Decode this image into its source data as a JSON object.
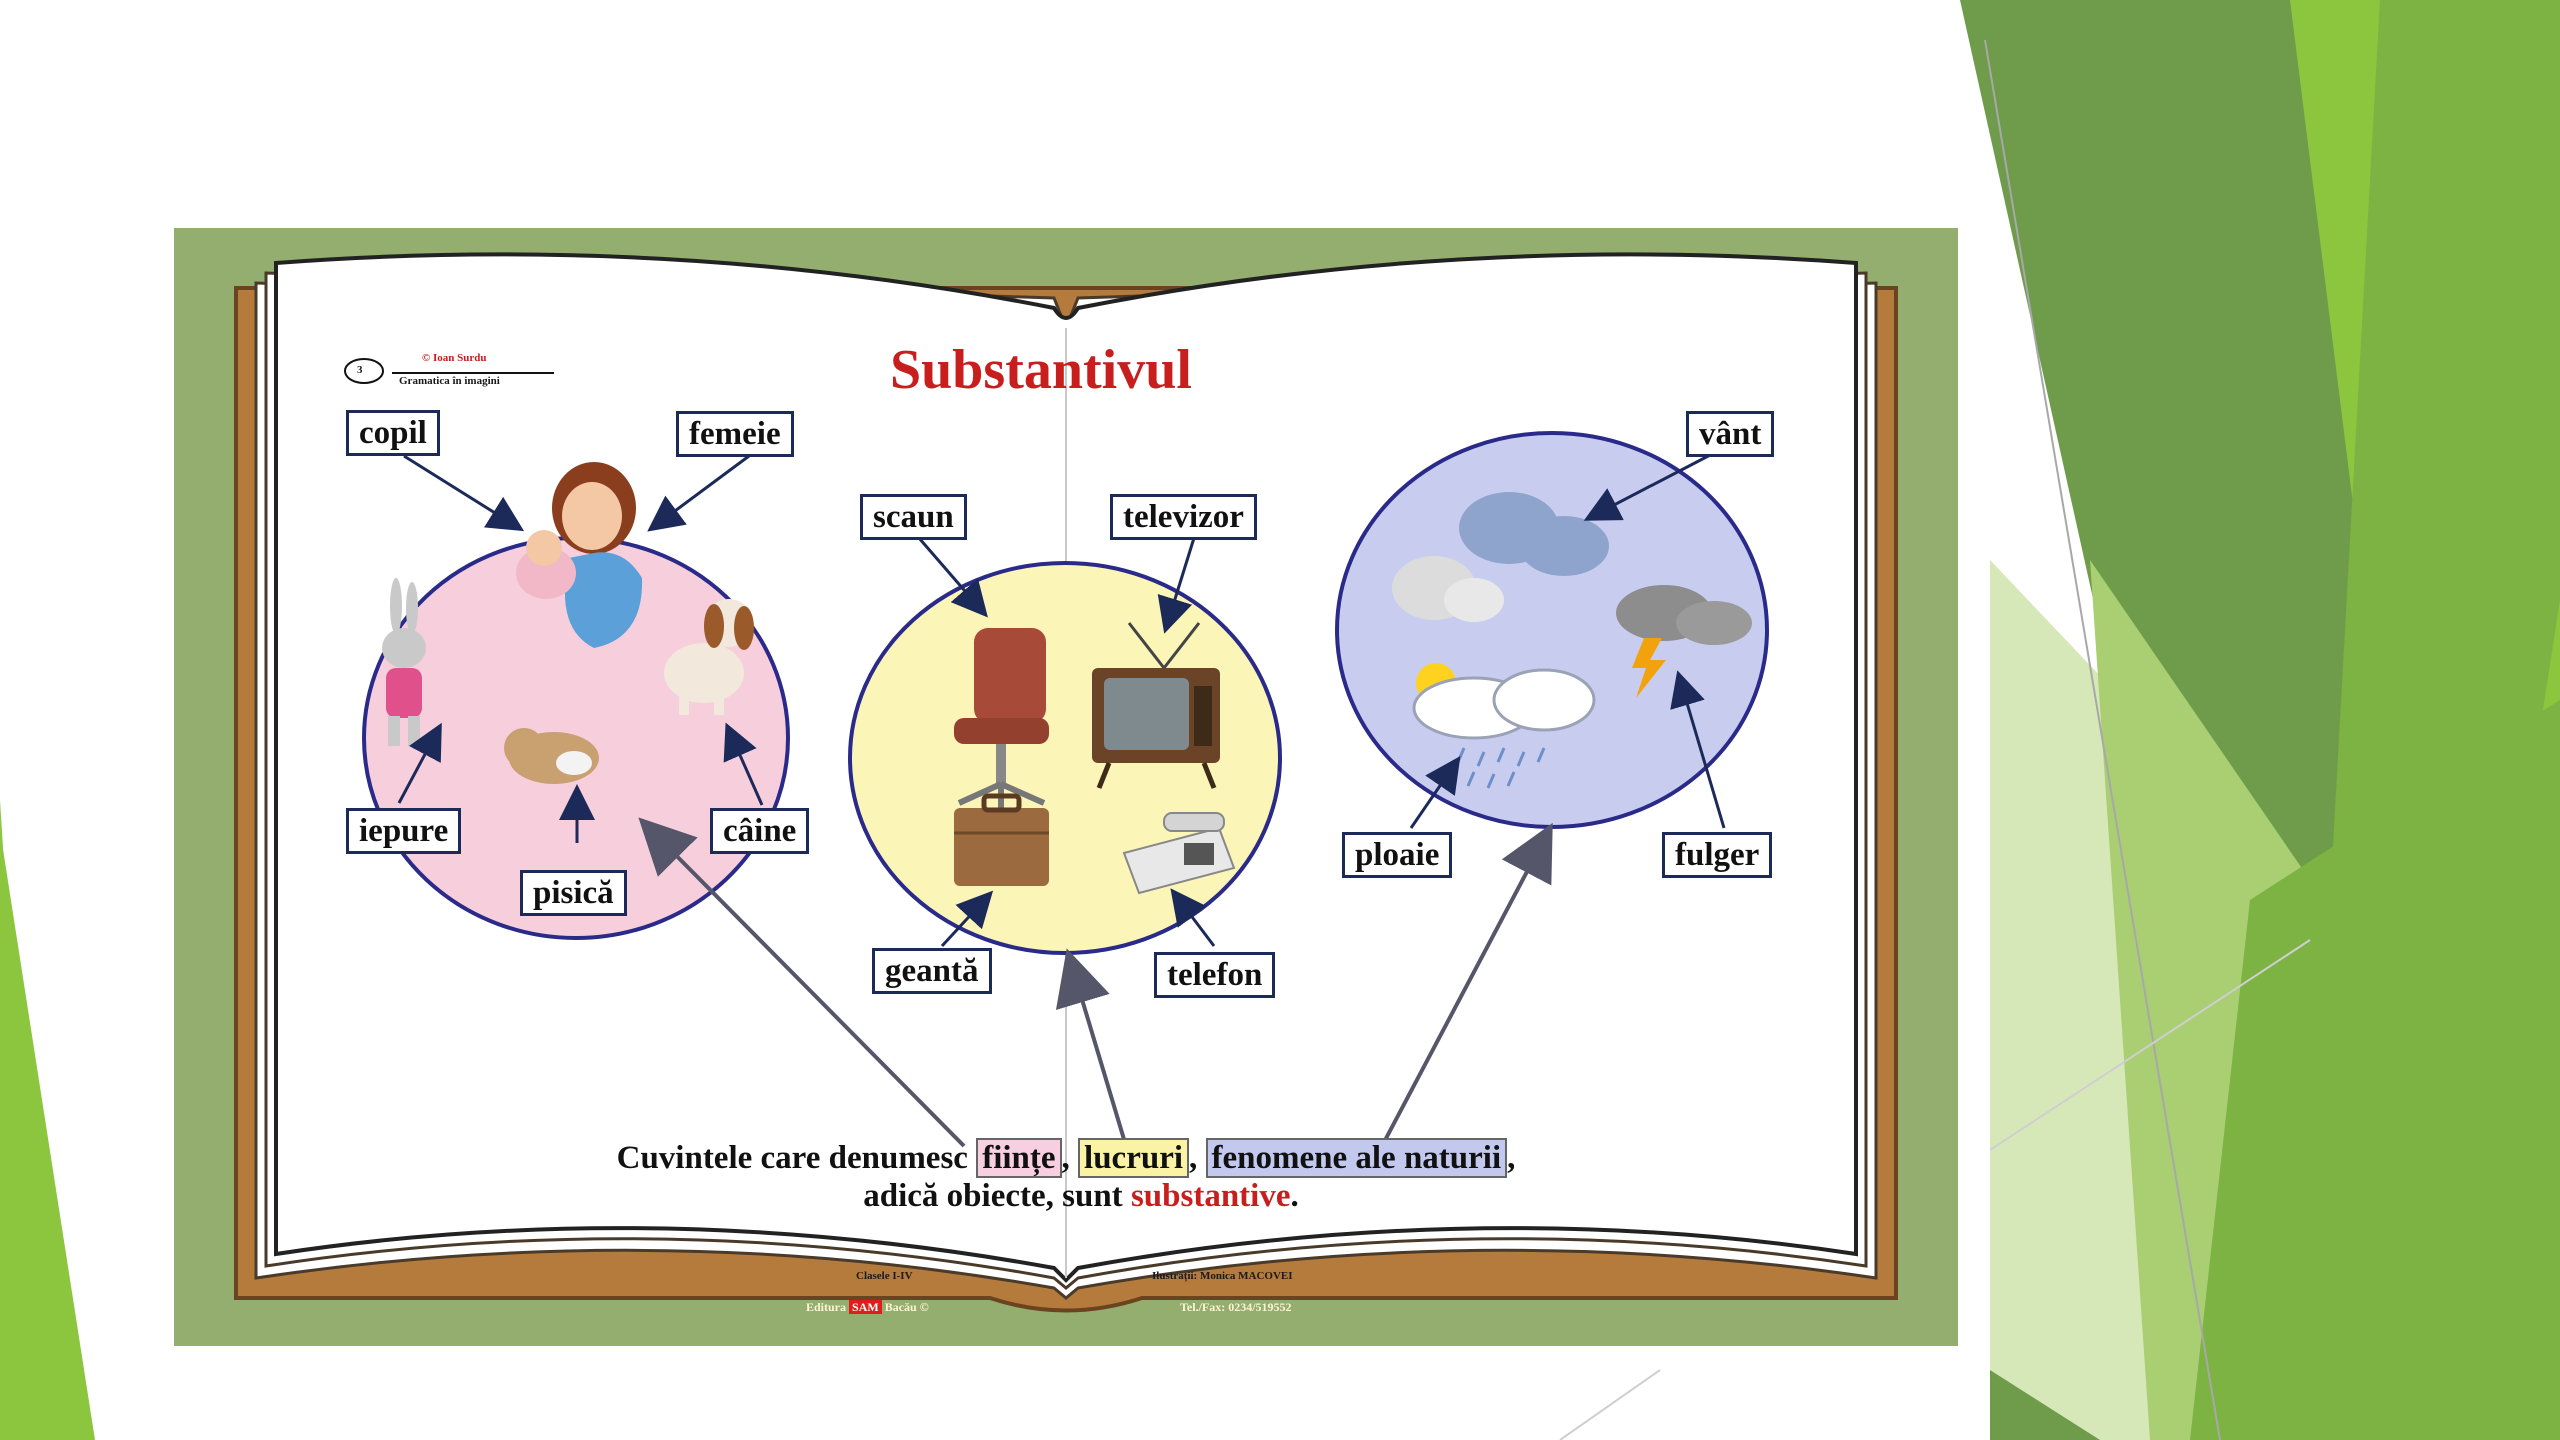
{
  "colors": {
    "green_dark": "#6e9c4a",
    "green_mid": "#7cb342",
    "green_light": "#8cc63f",
    "green_pale": "#d6e8b8",
    "frame": "#93ae6f",
    "book_cover": "#b57b3c",
    "circle_beings": "#f7cfdc",
    "circle_things": "#fbf5b8",
    "circle_nature": "#c8cdf0",
    "circle_border": "#2a2a8a",
    "title_red": "#c81e1e",
    "highlight_pink": "#f8cfe0",
    "highlight_yellow": "#faf3a6",
    "highlight_blue": "#c3c8ee"
  },
  "book": {
    "title": "Substantivul",
    "badge_number": "3",
    "copyright": "© Ioan Surdu",
    "series": "Gramatica în imagini",
    "footer_left": "Clasele I-IV",
    "footer_right": "Ilustrații: Monica MACOVEI",
    "publisher_pre": "Editura",
    "publisher_badge": "SAM",
    "publisher_post": "Bacău ©",
    "contact": "Tel./Fax: 0234/519552"
  },
  "labels": {
    "copil": "copil",
    "femeie": "femeie",
    "iepure": "iepure",
    "pisica": "pisică",
    "caine": "câine",
    "scaun": "scaun",
    "televizor": "televizor",
    "geanta": "geantă",
    "telefon": "telefon",
    "vant": "vânt",
    "ploaie": "ploaie",
    "fulger": "fulger"
  },
  "caption": {
    "line1_prefix": "Cuvintele care denumesc",
    "fiinte": "ființe",
    "lucruri": "lucruri",
    "fenomene": "fenomene ale naturii",
    "sep": ",",
    "line2_prefix": "adică obiecte, sunt",
    "substantive": "substantive",
    "line2_suffix": "."
  },
  "icons": [
    "woman-with-baby-icon",
    "rabbit-icon",
    "kitten-icon",
    "puppy-icon",
    "office-chair-icon",
    "television-icon",
    "briefcase-icon",
    "desk-phone-icon",
    "wind-cloud-icon",
    "rain-cloud-icon",
    "thunder-cloud-icon"
  ]
}
